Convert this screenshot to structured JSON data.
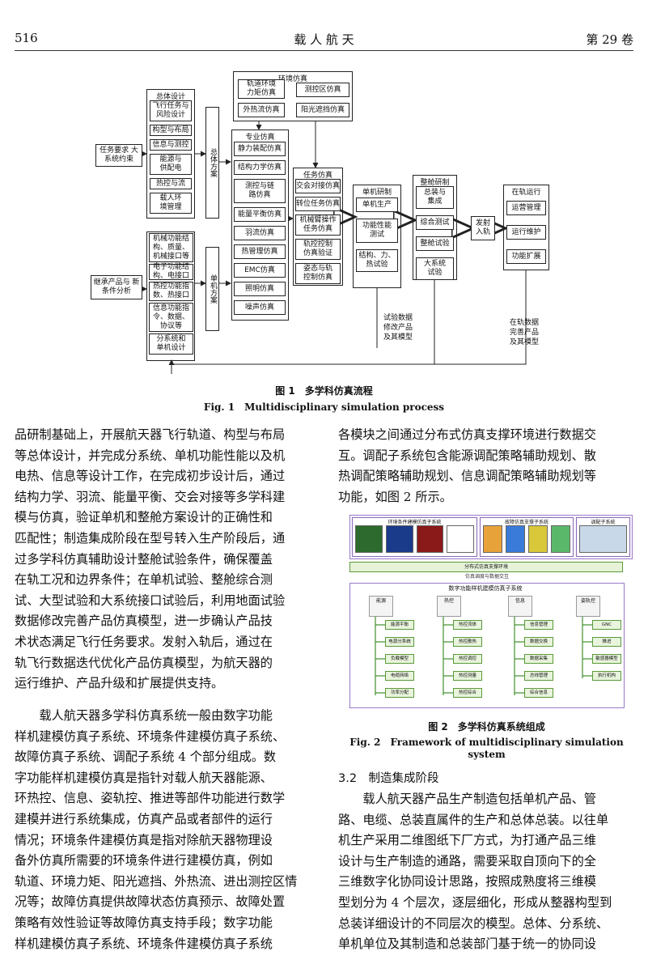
{
  "header": {
    "page_number": "516",
    "journal": "载 人 航 天",
    "volume": "第 29 卷"
  },
  "figure1": {
    "caption_cn": "图 1　多学科仿真流程",
    "caption_en": "Fig. 1　Multidisciplinary simulation process",
    "inputs": {
      "task": "任务要求\n大系统约束",
      "engineering": "继承产品与\n新条件分析"
    },
    "overall_design": {
      "title": "总体设计",
      "items": [
        "飞行任务与\n风险设计",
        "构型与布局",
        "信息与测控",
        "能源与\n供配电",
        "热控与流",
        "载人环\n境管理"
      ]
    },
    "subsystem_design": {
      "items": [
        "机械功能结\n构、质量、\n机械接口等",
        "电子功能结\n构、电接口",
        "热控功能指\n数、热接口",
        "信息功能指\n令、数据、\n协议等",
        "分系统和\n单机设计"
      ]
    },
    "vbar_overall": "总体方案",
    "vbar_single": "单机方案",
    "env_sim": {
      "title": "环境仿真",
      "items": [
        "轨道环境\n力矩仿真",
        "测控区仿真",
        "外热流仿真",
        "阳光遮挡仿真"
      ]
    },
    "pro_sim": {
      "title": "专业仿真",
      "items": [
        "静力装配仿真",
        "结构力学仿真",
        "测控与链\n路仿真",
        "能量平衡仿真",
        "羽流仿真",
        "热管理仿真",
        "EMC仿真",
        "照明仿真",
        "噪声仿真"
      ]
    },
    "task_sim": {
      "title": "任务仿真",
      "items": [
        "交会对接仿真",
        "转位任务仿真",
        "机械臂操作\n任务仿真",
        "轨控控制\n仿真验证",
        "姿态与轨\n控制仿真"
      ]
    },
    "unit_dev": {
      "title": "单机研制",
      "items": [
        "单机生产",
        "功能性能\n测试",
        "结构、力、\n热试验"
      ]
    },
    "ship_dev": {
      "title": "整舱研制",
      "items": [
        "总装与\n集成",
        "综合测试",
        "整舱试验",
        "大系统\n试验"
      ]
    },
    "launch": "发射\n入轨",
    "orbit_ops": {
      "title": "在轨运行",
      "items": [
        "运营管理",
        "运行维护",
        "功能扩展"
      ]
    },
    "notes": {
      "test_data": "试验数据\n修改产品\n及其模型",
      "orbit_data": "在轨数据\n完善产品\n及其模型"
    }
  },
  "figure2": {
    "caption_cn": "图 2　多学科仿真系统组成",
    "caption_en": "Fig. 2　Framework of multidisciplinary simulation system",
    "top_panels": [
      "环境条件建模仿真子系统",
      "故障仿真支撑子系统",
      "调配子系统"
    ],
    "bar_top": "分布式仿真支撑环境",
    "bar_sub": "仿真调度与数据交互",
    "bottom_title": "数字功能样机建模仿真子系统",
    "columns": [
      {
        "label": "能源",
        "items": [
          "能源平衡",
          "电源分系统",
          "负载模型",
          "电缆网络",
          "功率分配"
        ]
      },
      {
        "label": "热控",
        "items": [
          "热控流体",
          "热控散热",
          "热控调控",
          "热控测量",
          "热控综合"
        ]
      },
      {
        "label": "信息",
        "items": [
          "信息管理",
          "数据交换",
          "数据采集",
          "总线管理",
          "综合信息"
        ]
      },
      {
        "label": "姿轨控",
        "items": [
          "GNC",
          "推进",
          "敏感器模型",
          "执行机构"
        ]
      }
    ]
  },
  "left_text": [
    "品研制基础上，开展航天器飞行轨道、构型与布局",
    "等总体设计，并完成分系统、单机功能性能以及机",
    "电热、信息等设计工作，在完成初步设计后，通过",
    "结构力学、羽流、能量平衡、交会对接等多学科建",
    "模与仿真，验证单机和整舱方案设计的正确性和",
    "匹配性；制造集成阶段在型号转入生产阶段后，通",
    "过多学科仿真辅助设计整舱试验条件，确保覆盖",
    "在轨工况和边界条件；在单机试验、整舱综合测",
    "试、大型试验和大系统接口试验后，利用地面试验",
    "数据修改完善产品仿真模型，进一步确认产品技",
    "术状态满足飞行任务要求。发射入轨后，通过在",
    "轨飞行数据迭代优化产品仿真模型，为航天器的",
    "运行维护、产品升级和扩展提供支持。"
  ],
  "left_text2": [
    "　　载人航天器多学科仿真系统一般由数字功能",
    "样机建模仿真子系统、环境条件建模仿真子系统、",
    "故障仿真子系统、调配子系统 4 个部分组成。数",
    "字功能样机建模仿真是指针对载人航天器能源、",
    "环热控、信息、姿轨控、推进等部件功能进行数学",
    "建模并进行系统集成，仿真产品或者部件的运行",
    "情况；环境条件建模仿真是指对除航天器物理设",
    "备外仿真所需要的环境条件进行建模仿真，例如",
    "轨道、环境力矩、阳光遮挡、外热流、进出测控区情",
    "况等；故障仿真提供故障状态仿真预示、故障处置",
    "策略有效性验证等故障仿真支持手段；数字功能",
    "样机建模仿真子系统、环境条件建模仿真子系统"
  ],
  "right_text_top": [
    "各模块之间通过分布式仿真支撑环境进行数据交",
    "互。调配子系统包含能源调配策略辅助规划、散",
    "热调配策略辅助规划、信息调配策略辅助规划等",
    "功能，如图 2 所示。"
  ],
  "section_heading": "3.2　制造集成阶段",
  "right_text_bottom": [
    "　　载人航天器产品生产制造包括单机产品、管",
    "路、电缆、总装直属件的生产和总体总装。以往单",
    "机生产采用二维图纸下厂方式，为打通产品三维",
    "设计与生产制造的通路，需要采取自顶向下的全",
    "三维数字化协同设计思路，按照成熟度将三维模",
    "型划分为 4 个层次，逐层细化，形成从整器构型到",
    "总装详细设计的不同层次的模型。总体、分系统、",
    "单机单位及其制造和总装部门基于统一的协同设"
  ],
  "colors": {
    "panel_green_border": "#5a9a3a",
    "panel_purple_border": "#9a7ac8",
    "arrow_green": "#3f8f2c",
    "item_fill": "#e8f4dc"
  }
}
